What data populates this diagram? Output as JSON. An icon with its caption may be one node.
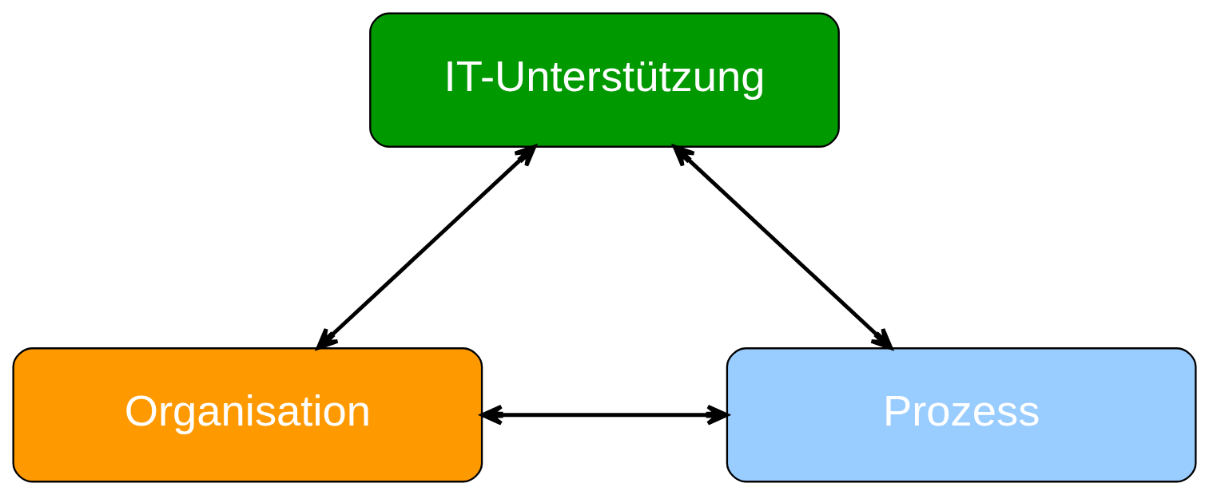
{
  "diagram": {
    "nodes": [
      {
        "text": [
          "IT-Unterstützung"
        ]
      },
      {
        "text": [
          "Organisation"
        ]
      },
      {
        "text": [
          "Prozess"
        ]
      }
    ],
    "edges": [
      {
        "from": 0,
        "to": 1,
        "arrow": "both"
      },
      {
        "from": 0,
        "to": 2,
        "arrow": "both"
      },
      {
        "from": 1,
        "to": 2,
        "arrow": "both"
      }
    ]
  }
}
